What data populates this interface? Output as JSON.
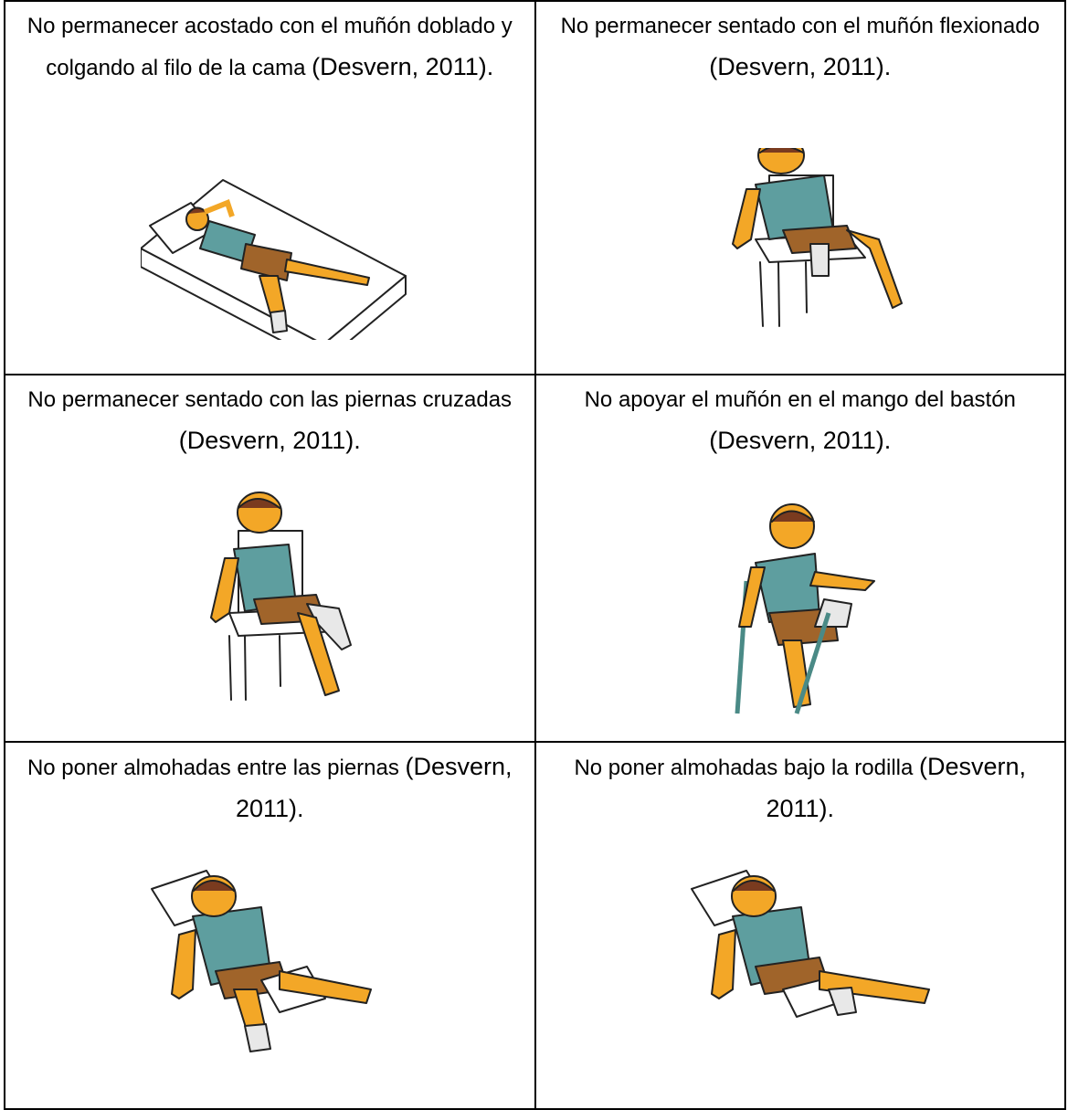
{
  "cells": [
    {
      "text": "No permanecer acostado con el muñón doblado y colgando al filo de la cama",
      "cite": "(Desvern, 2011).",
      "illustration": "person-lying-on-bed-stump-hanging"
    },
    {
      "text": "No permanecer sentado con el muñón flexionado",
      "cite": "(Desvern, 2011).",
      "illustration": "person-sitting-stump-flexed"
    },
    {
      "text": "No permanecer sentado con las piernas cruzadas",
      "cite": "(Desvern, 2011).",
      "illustration": "person-sitting-legs-crossed"
    },
    {
      "text": "No apoyar el muñón en el mango del bastón",
      "cite": "(Desvern, 2011).",
      "illustration": "person-leaning-stump-on-crutch"
    },
    {
      "text": "No poner almohadas entre las piernas",
      "cite": "(Desvern, 2011).",
      "illustration": "person-pillow-between-legs"
    },
    {
      "text": "No poner almohadas bajo la rodilla",
      "cite": "(Desvern, 2011).",
      "illustration": "person-pillow-under-knee"
    }
  ],
  "colors": {
    "shirt": "#5e9e9f",
    "shorts": "#a0642a",
    "skin": "#f3a727",
    "hair": "#7a3b1f",
    "bandage": "#e8e8e8",
    "outline": "#222222"
  }
}
